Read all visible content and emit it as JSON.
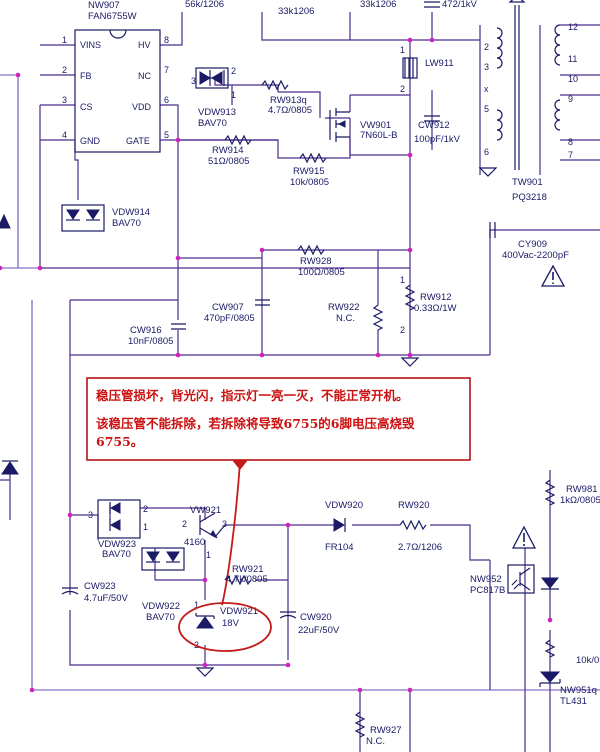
{
  "labels": {
    "nw907_ref": "NW907",
    "nw907_part": "FAN6755W",
    "r_top1": "56k/1206",
    "r_top2": "33k1206",
    "r_top3": "33k1206",
    "c_top": "472/1kV",
    "lw911": "LW911",
    "rw913_ref": "RW913q",
    "rw913_val": "4.7Ω/0805",
    "vdw913_ref": "VDW913",
    "vdw913_part": "BAV70",
    "rw914_ref": "RW914",
    "rw914_val": "51Ω/0805",
    "rw915_ref": "RW915",
    "rw915_val": "10k/0805",
    "vw901_ref": "VW901",
    "vw901_part": "7N60L-B",
    "cw912_ref": "CW912",
    "cw912_val": "100pF/1kV",
    "tw901_ref": "TW901",
    "tw901_part": "PQ3218",
    "vdw914_ref": "VDW914",
    "vdw914_part": "BAV70",
    "cy909_ref": "CY909",
    "cy909_val": "400Vac-2200pF",
    "rw928_ref": "RW928",
    "rw928_val": "100Ω/0805",
    "cw907_ref": "CW907",
    "cw907_val": "470pF/0805",
    "rw922_ref": "RW922",
    "rw922_val": "N.C.",
    "rw912_ref": "RW912",
    "rw912_val": "0.33Ω/1W",
    "cw916_ref": "CW916",
    "cw916_val": "10nF/0805",
    "vdw923_ref": "VDW923",
    "vdw923_part": "BAV70",
    "vw921_ref": "VW921",
    "vw921_part": "4160",
    "vdw920_ref": "VDW920",
    "vdw920_part": "FR104",
    "rw920_ref": "RW920",
    "rw920_val": "2.7Ω/1206",
    "rw981_ref": "RW981",
    "rw981_val": "1kΩ/0805",
    "rw921_ref": "RW921",
    "rw921_val": "4.7k/0805",
    "cw923_ref": "CW923",
    "cw923_val": "4.7uF/50V",
    "vdw922_ref": "VDW922",
    "vdw922_part": "BAV70",
    "vdw921_ref": "VDW921",
    "vdw921_val": "18V",
    "cw920_ref": "CW920",
    "cw920_val": "22uF/50V",
    "nw952_ref": "NW952",
    "nw952_part": "PC817B",
    "r_right": "10k/0",
    "nw951_ref": "NW951q",
    "nw951_part": "TL431",
    "rw927_ref": "RW927",
    "rw927_val": "N.C."
  },
  "ic_pins": {
    "vins": "VINS",
    "fb": "FB",
    "cs": "CS",
    "gnd": "GND",
    "hv": "HV",
    "nc": "NC",
    "vdd": "VDD",
    "gate": "GATE",
    "n1": "1",
    "n2": "2",
    "n3": "3",
    "n4": "4",
    "n5": "5",
    "n6": "6",
    "n7": "7",
    "n8": "8"
  },
  "pin_numbers": {
    "p1": "1",
    "p2": "2",
    "p3": "3",
    "p4": "4",
    "p5": "5",
    "p6": "6",
    "p7": "7",
    "p8": "8",
    "p9": "9",
    "p10": "10",
    "p11": "11",
    "p12": "12",
    "px": "x"
  },
  "note": {
    "line1": "稳压管损坏，背光闪，指示灯一亮一灭，不能正常开机。",
    "line2": "该稳压管不能拆除，若拆除将导致6755的6脚电压高烧毁",
    "line3": "6755。"
  },
  "colors": {
    "wire": "#4a2c8c",
    "junction": "#d020c0",
    "annotation": "#cc1111"
  }
}
